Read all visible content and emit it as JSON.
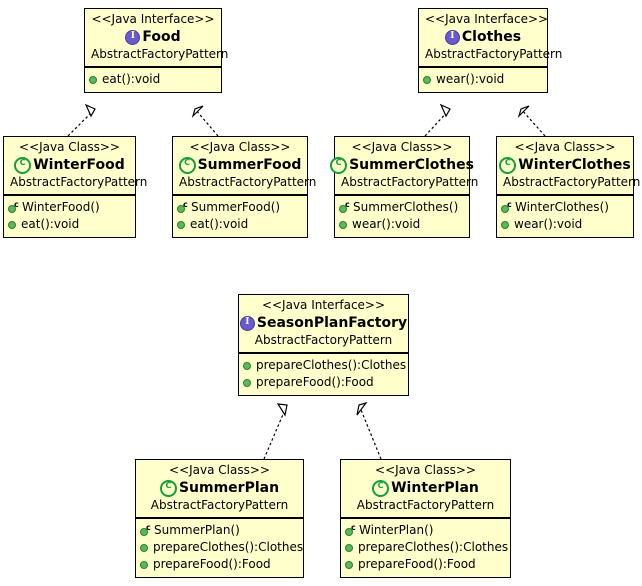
{
  "diagram": {
    "title": "AbstractFactoryPattern class diagram",
    "package": "AbstractFactoryPattern",
    "stereotype_interface": "<<Java Interface>>",
    "stereotype_class": "<<Java Class>>",
    "colors": {
      "box_fill": "#ffffcc",
      "box_border": "#000000",
      "interface_icon": "#6a5acd",
      "class_icon": "#179c3c",
      "member_dot": "#5cb85c",
      "edge": "#000000",
      "background": "#ffffff"
    },
    "relationship_type": "realization",
    "nodes": [
      {
        "id": "food",
        "kind": "interface",
        "stereotype": "<<Java Interface>>",
        "name": "Food",
        "package": "AbstractFactoryPattern",
        "icon": "interface-icon",
        "members": [
          {
            "label": "eat():void",
            "kind": "method",
            "icon": "public-method-dot"
          }
        ]
      },
      {
        "id": "clothes",
        "kind": "interface",
        "stereotype": "<<Java Interface>>",
        "name": "Clothes",
        "package": "AbstractFactoryPattern",
        "icon": "interface-icon",
        "members": [
          {
            "label": "wear():void",
            "kind": "method",
            "icon": "public-method-dot"
          }
        ]
      },
      {
        "id": "winterfood",
        "kind": "class",
        "stereotype": "<<Java Class>>",
        "name": "WinterFood",
        "package": "AbstractFactoryPattern",
        "icon": "class-icon",
        "members": [
          {
            "label": "WinterFood()",
            "kind": "constructor",
            "icon": "constructor-dot"
          },
          {
            "label": "eat():void",
            "kind": "method",
            "icon": "public-method-dot"
          }
        ]
      },
      {
        "id": "summerfood",
        "kind": "class",
        "stereotype": "<<Java Class>>",
        "name": "SummerFood",
        "package": "AbstractFactoryPattern",
        "icon": "class-icon",
        "members": [
          {
            "label": "SummerFood()",
            "kind": "constructor",
            "icon": "constructor-dot"
          },
          {
            "label": "eat():void",
            "kind": "method",
            "icon": "public-method-dot"
          }
        ]
      },
      {
        "id": "summerclothes",
        "kind": "class",
        "stereotype": "<<Java Class>>",
        "name": "SummerClothes",
        "package": "AbstractFactoryPattern",
        "icon": "class-icon",
        "members": [
          {
            "label": "SummerClothes()",
            "kind": "constructor",
            "icon": "constructor-dot"
          },
          {
            "label": "wear():void",
            "kind": "method",
            "icon": "public-method-dot"
          }
        ]
      },
      {
        "id": "winterclothes",
        "kind": "class",
        "stereotype": "<<Java Class>>",
        "name": "WinterClothes",
        "package": "AbstractFactoryPattern",
        "icon": "class-icon",
        "members": [
          {
            "label": "WinterClothes()",
            "kind": "constructor",
            "icon": "constructor-dot"
          },
          {
            "label": "wear():void",
            "kind": "method",
            "icon": "public-method-dot"
          }
        ]
      },
      {
        "id": "seasonplanfactory",
        "kind": "interface",
        "stereotype": "<<Java Interface>>",
        "name": "SeasonPlanFactory",
        "package": "AbstractFactoryPattern",
        "icon": "interface-icon",
        "members": [
          {
            "label": "prepareClothes():Clothes",
            "kind": "method",
            "icon": "public-method-dot"
          },
          {
            "label": "prepareFood():Food",
            "kind": "method",
            "icon": "public-method-dot"
          }
        ]
      },
      {
        "id": "summerplan",
        "kind": "class",
        "stereotype": "<<Java Class>>",
        "name": "SummerPlan",
        "package": "AbstractFactoryPattern",
        "icon": "class-icon",
        "members": [
          {
            "label": "SummerPlan()",
            "kind": "constructor",
            "icon": "constructor-dot"
          },
          {
            "label": "prepareClothes():Clothes",
            "kind": "method",
            "icon": "public-method-dot"
          },
          {
            "label": "prepareFood():Food",
            "kind": "method",
            "icon": "public-method-dot"
          }
        ]
      },
      {
        "id": "winterplan",
        "kind": "class",
        "stereotype": "<<Java Class>>",
        "name": "WinterPlan",
        "package": "AbstractFactoryPattern",
        "icon": "class-icon",
        "members": [
          {
            "label": "WinterPlan()",
            "kind": "constructor",
            "icon": "constructor-dot"
          },
          {
            "label": "prepareClothes():Clothes",
            "kind": "method",
            "icon": "public-method-dot"
          },
          {
            "label": "prepareFood():Food",
            "kind": "method",
            "icon": "public-method-dot"
          }
        ]
      }
    ],
    "edges": [
      {
        "from": "winterfood",
        "to": "food",
        "type": "realization"
      },
      {
        "from": "summerfood",
        "to": "food",
        "type": "realization"
      },
      {
        "from": "summerclothes",
        "to": "clothes",
        "type": "realization"
      },
      {
        "from": "winterclothes",
        "to": "clothes",
        "type": "realization"
      },
      {
        "from": "summerplan",
        "to": "seasonplanfactory",
        "type": "realization"
      },
      {
        "from": "winterplan",
        "to": "seasonplanfactory",
        "type": "realization"
      }
    ]
  }
}
